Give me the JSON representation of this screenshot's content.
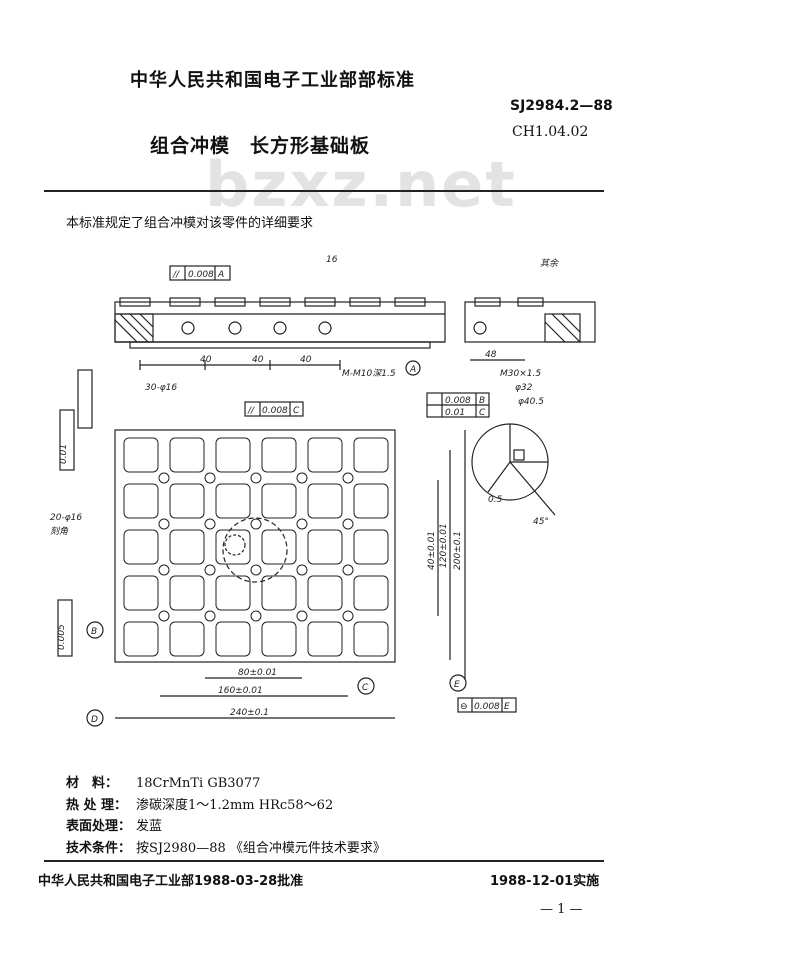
{
  "header": {
    "org": "中华人民共和国电子工业部部标准",
    "std_number": "SJ2984.2—88",
    "part_code": "CH1.04.02",
    "title": "组合冲模　长方形基础板",
    "watermark": "bzxz.net"
  },
  "intro": "本标准规定了组合冲模对该零件的详细要求",
  "drawing": {
    "dims": [
      "16",
      "40",
      "40",
      "40",
      "48",
      "80±0.01",
      "160±0.01",
      "240±0.1",
      "40±0.01",
      "120±0.01",
      "200±0.1",
      "45°",
      "M30×1.5",
      "φ32",
      "φ40.5",
      "20-φ16",
      "M-M10深1.5",
      "30-φ16"
    ],
    "tolerances": [
      "0.008",
      "0.01",
      "0.005"
    ],
    "datums": [
      "A",
      "B",
      "C",
      "D",
      "E"
    ],
    "note_left": "刻角",
    "roughness": "其余"
  },
  "specs": [
    {
      "label": "材　料：",
      "value": "18CrMnTi GB3077"
    },
    {
      "label": "热 处 理：",
      "value": "渗碳深度1～1.2mm HRc58～62"
    },
    {
      "label": "表面处理：",
      "value": "发蓝"
    },
    {
      "label": "技术条件：",
      "value": "按SJ2980—88 《组合冲模元件技术要求》"
    }
  ],
  "footer": {
    "left": "中华人民共和国电子工业部1988-03-28批准",
    "right": "1988-12-01实施",
    "page": "— 1 —"
  }
}
